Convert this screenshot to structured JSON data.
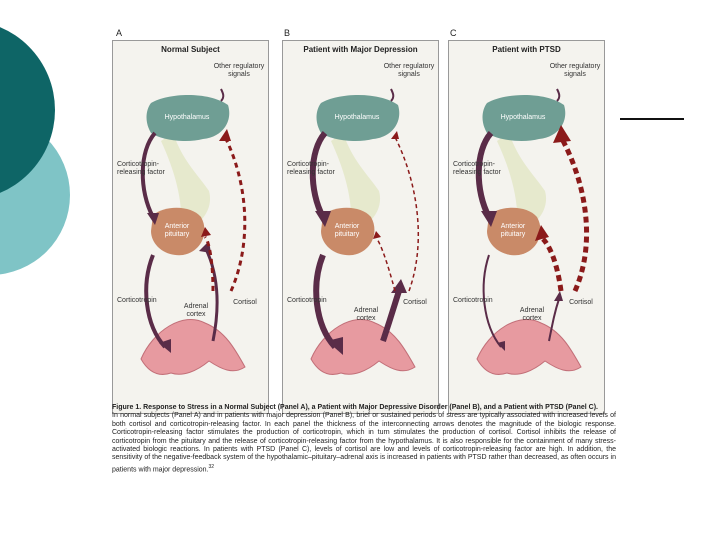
{
  "panels": [
    {
      "letter": "A",
      "title": "Normal Subject",
      "other_signals": "Other regulatory signals",
      "hypothalamus": "Hypothalamus",
      "crf": "Corticotropin-releasing factor",
      "anterior_pituitary": "Anterior pituitary",
      "corticotropin": "Corticotropin",
      "adrenal_cortex": "Adrenal cortex",
      "cortisol": "Cortisol"
    },
    {
      "letter": "B",
      "title": "Patient with Major Depression",
      "other_signals": "Other regulatory signals",
      "hypothalamus": "Hypothalamus",
      "crf": "Corticotropin-releasing factor",
      "anterior_pituitary": "Anterior pituitary",
      "corticotropin": "Corticotropin",
      "adrenal_cortex": "Adrenal cortex",
      "cortisol": "Cortisol"
    },
    {
      "letter": "C",
      "title": "Patient with PTSD",
      "other_signals": "Other regulatory signals",
      "hypothalamus": "Hypothalamus",
      "crf": "Corticotropin-releasing factor",
      "anterior_pituitary": "Anterior pituitary",
      "corticotropin": "Corticotropin",
      "adrenal_cortex": "Adrenal cortex",
      "cortisol": "Cortisol"
    }
  ],
  "caption": {
    "title": "Figure 1. Response to Stress in a Normal Subject (Panel A), a Patient with Major Depressive Disorder (Panel B), and a Patient with PTSD (Panel C).",
    "body": "In normal subjects (Panel A) and in patients with major depression (Panel B), brief or sustained periods of stress are typically associated with increased levels of both cortisol and corticotropin-releasing factor. In each panel the thickness of the interconnecting arrows denotes the magnitude of the biologic response. Corticotropin-releasing factor stimulates the production of corticotropin, which in turn stimulates the production of cortisol. Cortisol inhibits the release of corticotropin from the pituitary and the release of corticotropin-releasing factor from the hypothalamus. It is also responsible for the containment of many stress-activated biologic reactions. In patients with PTSD (Panel C), levels of cortisol are low and levels of corticotropin-releasing factor are high. In addition, the sensitivity of the negative-feedback system of the hypothalamic–pituitary–adrenal axis is increased in patients with PTSD rather than decreased, as often occurs in patients with major depression.",
    "ref": "32"
  },
  "colors": {
    "hypothalamus": "#6f9e94",
    "pituitary": "#c98a68",
    "stalk": "#e3e6c7",
    "adrenal": "#e79aa0",
    "arrow": "#5a2c48",
    "feedback": "#8b1a1a",
    "deco_dark": "#0e6566",
    "deco_light": "#7fc4c6"
  }
}
